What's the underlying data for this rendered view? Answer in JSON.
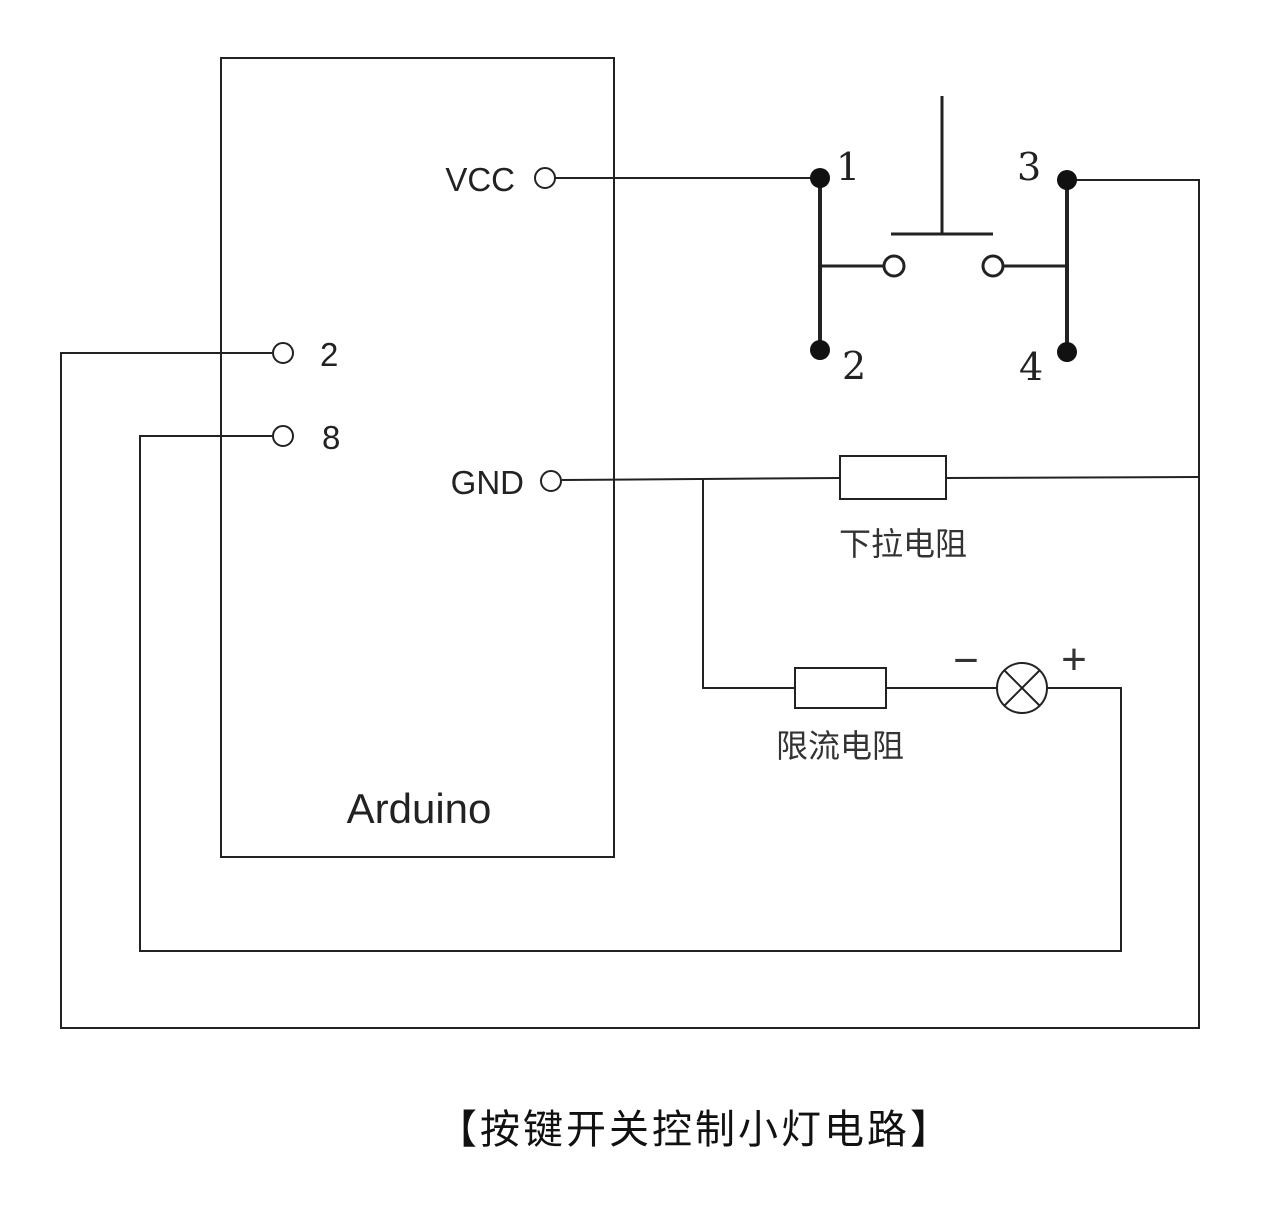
{
  "board": {
    "name": "Arduino"
  },
  "pins": {
    "vcc": "VCC",
    "gnd": "GND",
    "pin2": "2",
    "pin8": "8"
  },
  "switch": {
    "pin1": "1",
    "pin2": "2",
    "pin3": "3",
    "pin4": "4"
  },
  "components": {
    "pulldown_resistor": "下拉电阻",
    "limit_resistor": "限流电阻",
    "lamp_minus": "−",
    "lamp_plus": "+"
  },
  "caption": "【按键开关控制小灯电路】"
}
